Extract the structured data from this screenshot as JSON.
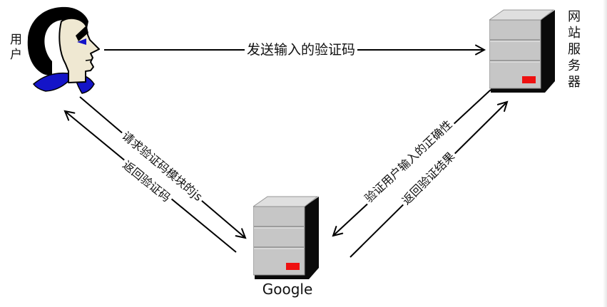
{
  "diagram": {
    "nodes": {
      "user": {
        "label": "用户",
        "type": "person"
      },
      "web_server": {
        "label": "网站服务器",
        "type": "server"
      },
      "google": {
        "label": "Google",
        "type": "server"
      }
    },
    "arrows": {
      "send": {
        "label": "发送输入的验证码",
        "from": "user",
        "to": "web_server"
      },
      "request": {
        "label": "请求验证码模块的js",
        "from": "user",
        "to": "google"
      },
      "return_captcha": {
        "label": "返回验证码",
        "from": "google",
        "to": "user"
      },
      "verify": {
        "label": "验证用户输入的正确性",
        "from": "web_server",
        "to": "google"
      },
      "return_result": {
        "label": "返回验证结果",
        "from": "google",
        "to": "web_server"
      }
    },
    "colors": {
      "line": "#000000",
      "led_red": "#ee1111",
      "collar_blue": "#1414c8",
      "face": "#efe8d2",
      "server_front": "#c6c6c6",
      "server_top": "#dfdfdf"
    }
  }
}
